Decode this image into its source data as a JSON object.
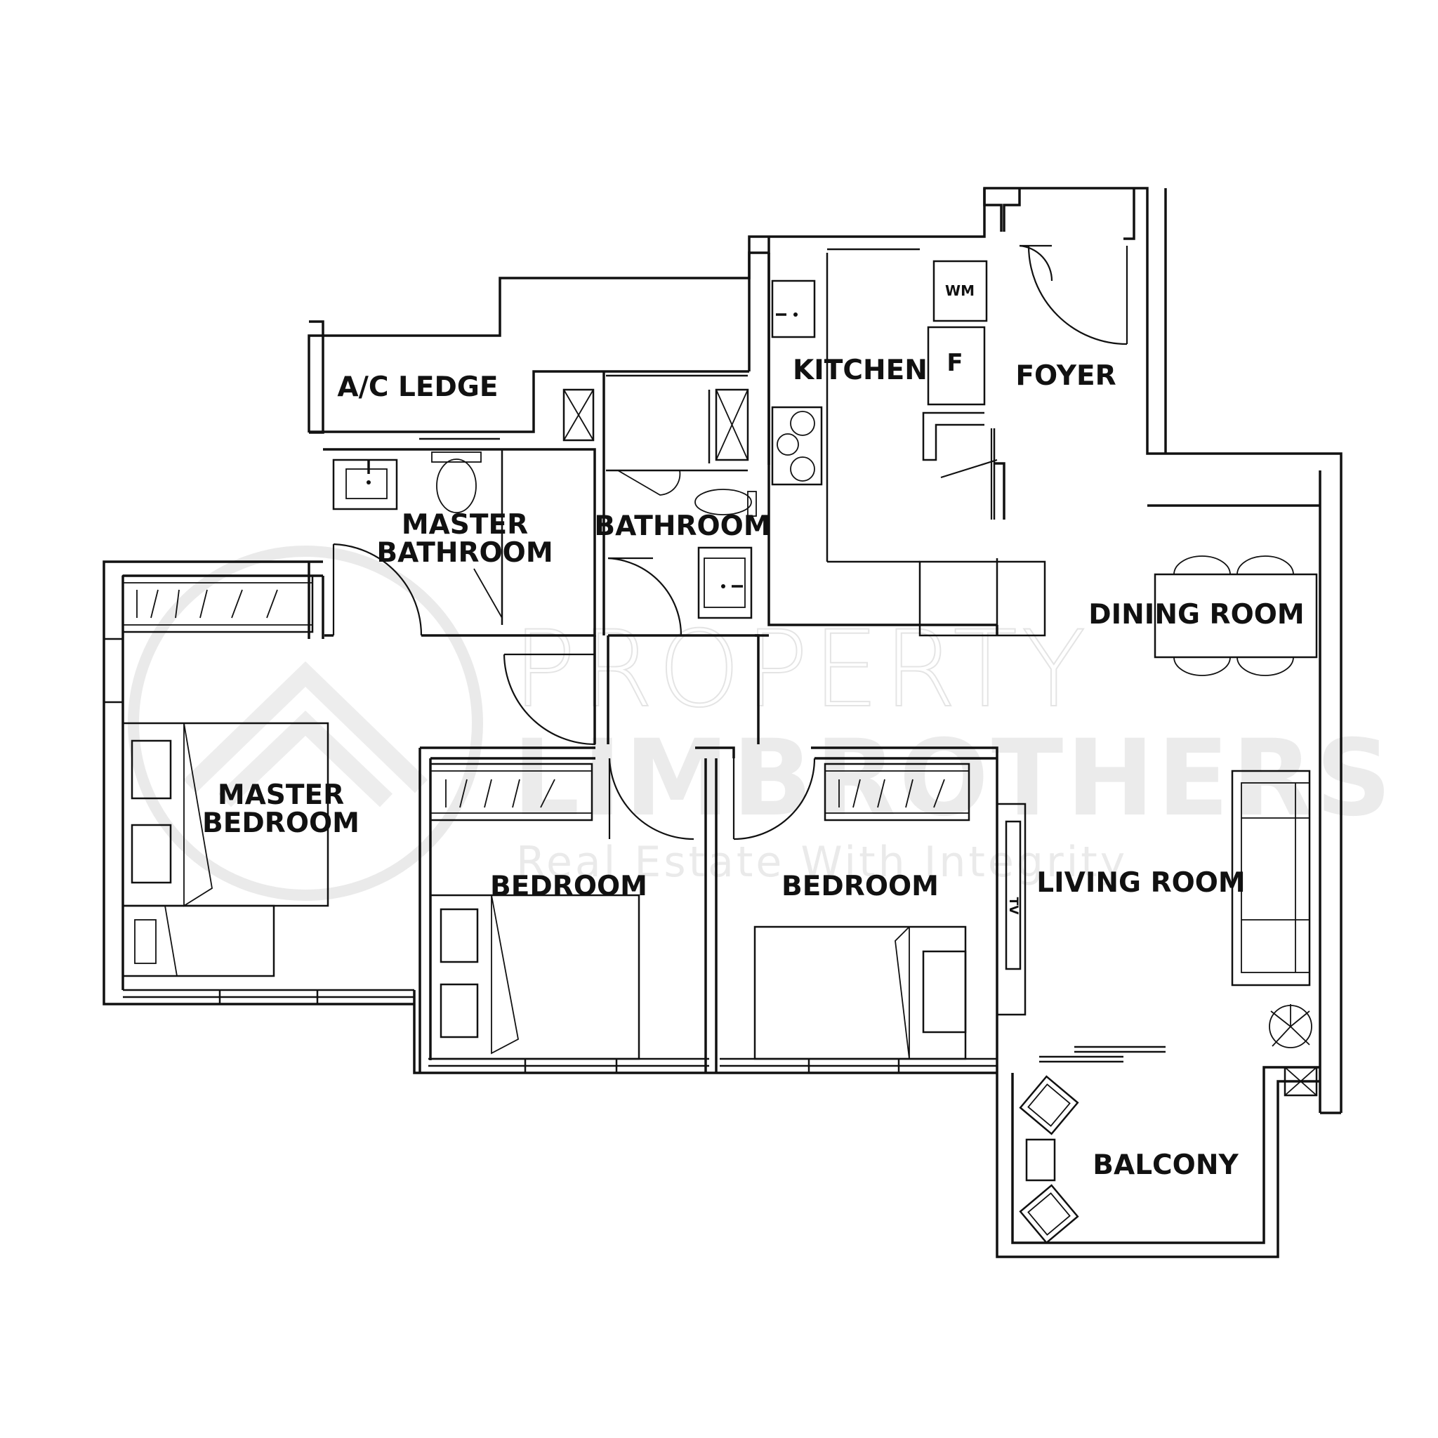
{
  "rooms": {
    "ac_ledge": "A/C LEDGE",
    "kitchen": "KITCHEN",
    "foyer": "FOYER",
    "master_bathroom_1": "MASTER",
    "master_bathroom_2": "BATHROOM",
    "bathroom": "BATHROOM",
    "dining_room": "DINING ROOM",
    "master_bedroom_1": "MASTER",
    "master_bedroom_2": "BEDROOM",
    "bedroom_left": "BEDROOM",
    "bedroom_right": "BEDROOM",
    "living_room": "LIVING ROOM",
    "balcony": "BALCONY"
  },
  "fixtures": {
    "washing_machine": "WM",
    "fridge": "F",
    "tv": "TV"
  },
  "watermark": {
    "line1": "PROPERTY",
    "line2": "LIMBROTHERS",
    "tagline": "Real Estate With Integrity"
  }
}
